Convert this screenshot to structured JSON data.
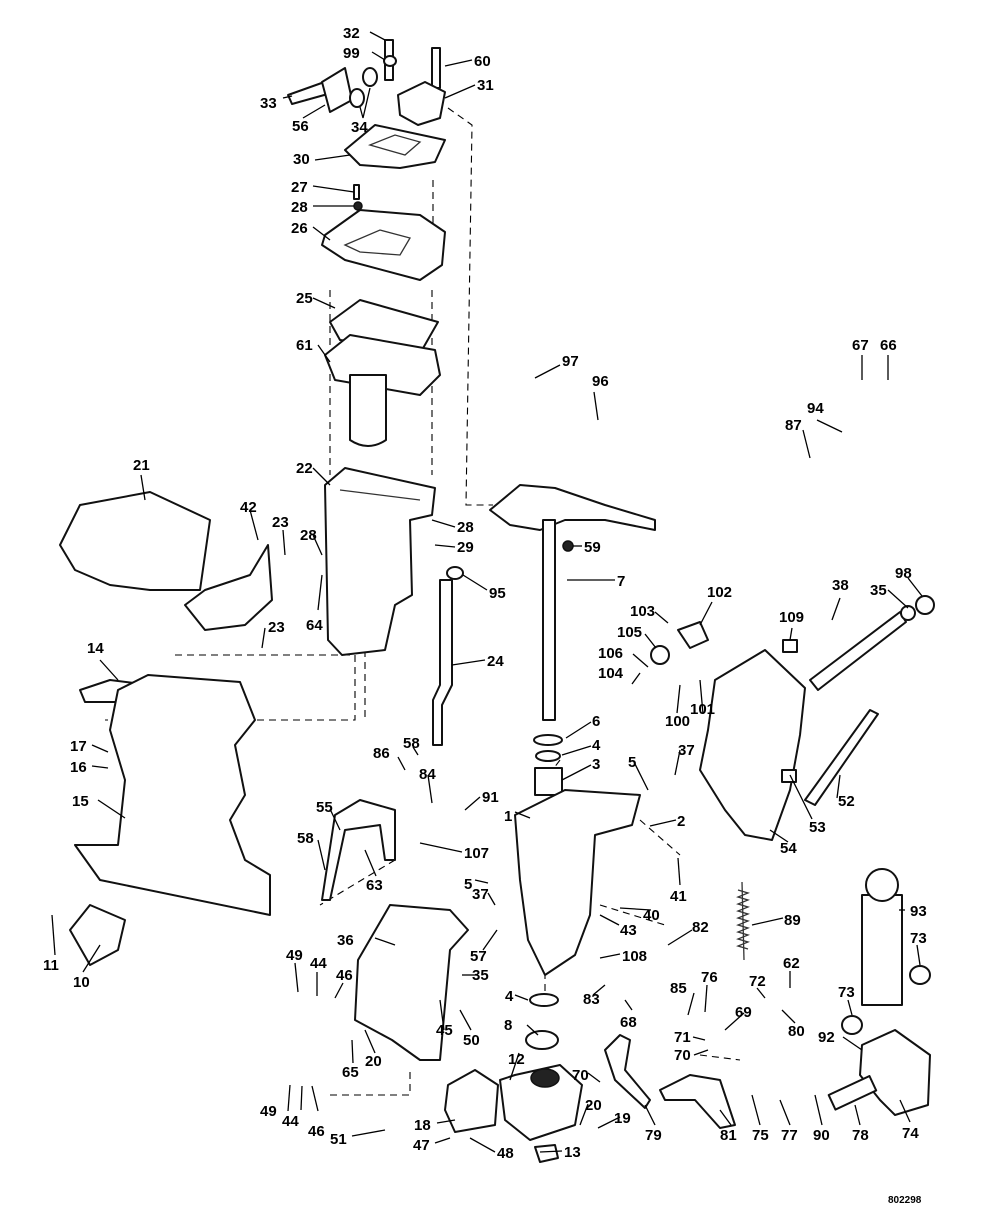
{
  "drawing_number": "802298",
  "callouts": [
    {
      "id": "c32",
      "text": "32"
    },
    {
      "id": "c99",
      "text": "99"
    },
    {
      "id": "c60",
      "text": "60"
    },
    {
      "id": "c33",
      "text": "33"
    },
    {
      "id": "c56",
      "text": "56"
    },
    {
      "id": "c34",
      "text": "34"
    },
    {
      "id": "c31",
      "text": "31"
    },
    {
      "id": "c30",
      "text": "30"
    },
    {
      "id": "c27",
      "text": "27"
    },
    {
      "id": "c28a",
      "text": "28"
    },
    {
      "id": "c26",
      "text": "26"
    },
    {
      "id": "c25",
      "text": "25"
    },
    {
      "id": "c61",
      "text": "61"
    },
    {
      "id": "c22",
      "text": "22"
    },
    {
      "id": "c21",
      "text": "21"
    },
    {
      "id": "c42",
      "text": "42"
    },
    {
      "id": "c23a",
      "text": "23"
    },
    {
      "id": "c28b",
      "text": "28"
    },
    {
      "id": "c64",
      "text": "64"
    },
    {
      "id": "c23b",
      "text": "23"
    },
    {
      "id": "c28c",
      "text": "28"
    },
    {
      "id": "c29",
      "text": "29"
    },
    {
      "id": "c95",
      "text": "95"
    },
    {
      "id": "c24",
      "text": "24"
    },
    {
      "id": "c97",
      "text": "97"
    },
    {
      "id": "c96",
      "text": "96"
    },
    {
      "id": "c67",
      "text": "67"
    },
    {
      "id": "c66",
      "text": "66"
    },
    {
      "id": "c87",
      "text": "87"
    },
    {
      "id": "c94",
      "text": "94"
    },
    {
      "id": "c59",
      "text": "59"
    },
    {
      "id": "c7",
      "text": "7"
    },
    {
      "id": "c14",
      "text": "14"
    },
    {
      "id": "c17",
      "text": "17"
    },
    {
      "id": "c16",
      "text": "16"
    },
    {
      "id": "c15",
      "text": "15"
    },
    {
      "id": "c11",
      "text": "11"
    },
    {
      "id": "c10",
      "text": "10"
    },
    {
      "id": "c102",
      "text": "102"
    },
    {
      "id": "c103",
      "text": "103"
    },
    {
      "id": "c105",
      "text": "105"
    },
    {
      "id": "c106",
      "text": "106"
    },
    {
      "id": "c104",
      "text": "104"
    },
    {
      "id": "c100",
      "text": "100"
    },
    {
      "id": "c101",
      "text": "101"
    },
    {
      "id": "c109",
      "text": "109"
    },
    {
      "id": "c38",
      "text": "38"
    },
    {
      "id": "c35a",
      "text": "35"
    },
    {
      "id": "c98",
      "text": "98"
    },
    {
      "id": "c6",
      "text": "6"
    },
    {
      "id": "c4a",
      "text": "4"
    },
    {
      "id": "c3",
      "text": "3"
    },
    {
      "id": "c5a",
      "text": "5"
    },
    {
      "id": "c37a",
      "text": "37"
    },
    {
      "id": "c1",
      "text": "1"
    },
    {
      "id": "c2",
      "text": "2"
    },
    {
      "id": "c86",
      "text": "86"
    },
    {
      "id": "c58a",
      "text": "58"
    },
    {
      "id": "c84",
      "text": "84"
    },
    {
      "id": "c91",
      "text": "91"
    },
    {
      "id": "c55",
      "text": "55"
    },
    {
      "id": "c58b",
      "text": "58"
    },
    {
      "id": "c107",
      "text": "107"
    },
    {
      "id": "c63",
      "text": "63"
    },
    {
      "id": "c53",
      "text": "53"
    },
    {
      "id": "c52",
      "text": "52"
    },
    {
      "id": "c54",
      "text": "54"
    },
    {
      "id": "c41",
      "text": "41"
    },
    {
      "id": "c5b",
      "text": "5"
    },
    {
      "id": "c37b",
      "text": "37"
    },
    {
      "id": "c40",
      "text": "40"
    },
    {
      "id": "c43",
      "text": "43"
    },
    {
      "id": "c36",
      "text": "36"
    },
    {
      "id": "c57",
      "text": "57"
    },
    {
      "id": "c108",
      "text": "108"
    },
    {
      "id": "c82",
      "text": "82"
    },
    {
      "id": "c89",
      "text": "89"
    },
    {
      "id": "c93",
      "text": "93"
    },
    {
      "id": "c73a",
      "text": "73"
    },
    {
      "id": "c49a",
      "text": "49"
    },
    {
      "id": "c44a",
      "text": "44"
    },
    {
      "id": "c46a",
      "text": "46"
    },
    {
      "id": "c35b",
      "text": "35"
    },
    {
      "id": "c4b",
      "text": "4"
    },
    {
      "id": "c83",
      "text": "83"
    },
    {
      "id": "c68",
      "text": "68"
    },
    {
      "id": "c85",
      "text": "85"
    },
    {
      "id": "c76",
      "text": "76"
    },
    {
      "id": "c72",
      "text": "72"
    },
    {
      "id": "c62",
      "text": "62"
    },
    {
      "id": "c80",
      "text": "80"
    },
    {
      "id": "c69",
      "text": "69"
    },
    {
      "id": "c73b",
      "text": "73"
    },
    {
      "id": "c45",
      "text": "45"
    },
    {
      "id": "c50",
      "text": "50"
    },
    {
      "id": "c8",
      "text": "8"
    },
    {
      "id": "c71",
      "text": "71"
    },
    {
      "id": "c70a",
      "text": "70"
    },
    {
      "id": "c92",
      "text": "92"
    },
    {
      "id": "c65",
      "text": "65"
    },
    {
      "id": "c20a",
      "text": "20"
    },
    {
      "id": "c12",
      "text": "12"
    },
    {
      "id": "c70b",
      "text": "70"
    },
    {
      "id": "c49b",
      "text": "49"
    },
    {
      "id": "c44b",
      "text": "44"
    },
    {
      "id": "c46b",
      "text": "46"
    },
    {
      "id": "c51",
      "text": "51"
    },
    {
      "id": "c18",
      "text": "18"
    },
    {
      "id": "c47",
      "text": "47"
    },
    {
      "id": "c48",
      "text": "48"
    },
    {
      "id": "c20b",
      "text": "20"
    },
    {
      "id": "c19",
      "text": "19"
    },
    {
      "id": "c13",
      "text": "13"
    },
    {
      "id": "c79",
      "text": "79"
    },
    {
      "id": "c81",
      "text": "81"
    },
    {
      "id": "c75",
      "text": "75"
    },
    {
      "id": "c77",
      "text": "77"
    },
    {
      "id": "c90",
      "text": "90"
    },
    {
      "id": "c78",
      "text": "78"
    },
    {
      "id": "c74",
      "text": "74"
    }
  ]
}
